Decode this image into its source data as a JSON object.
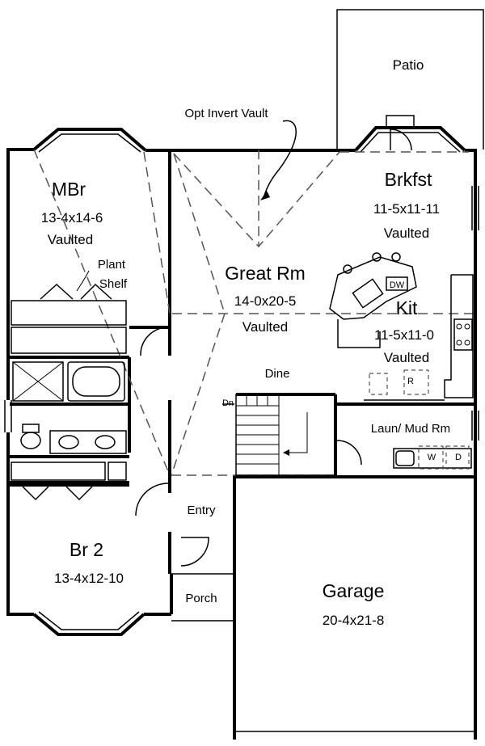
{
  "rooms": {
    "patio": {
      "name": "Patio"
    },
    "brkfst": {
      "name": "Brkfst",
      "size": "11-5x11-11",
      "note": "Vaulted"
    },
    "mbr": {
      "name": "MBr",
      "size": "13-4x14-6",
      "note": "Vaulted"
    },
    "great_rm": {
      "name": "Great Rm",
      "size": "14-0x20-5",
      "note": "Vaulted"
    },
    "kit": {
      "name": "Kit",
      "size": "11-5x11-0",
      "note": "Vaulted"
    },
    "dine": {
      "name": "Dine"
    },
    "laun": {
      "name": "Laun/ Mud Rm"
    },
    "entry": {
      "name": "Entry"
    },
    "br2": {
      "name": "Br 2",
      "size": "13-4x12-10"
    },
    "porch": {
      "name": "Porch"
    },
    "garage": {
      "name": "Garage",
      "size": "20-4x21-8"
    }
  },
  "annotations": {
    "opt_vault": "Opt Invert Vault",
    "plant_shelf_1": "Plant",
    "plant_shelf_2": "Shelf",
    "dn": "Dn",
    "dw": "DW",
    "refrigerator": "R",
    "washer": "W",
    "dryer": "D"
  }
}
